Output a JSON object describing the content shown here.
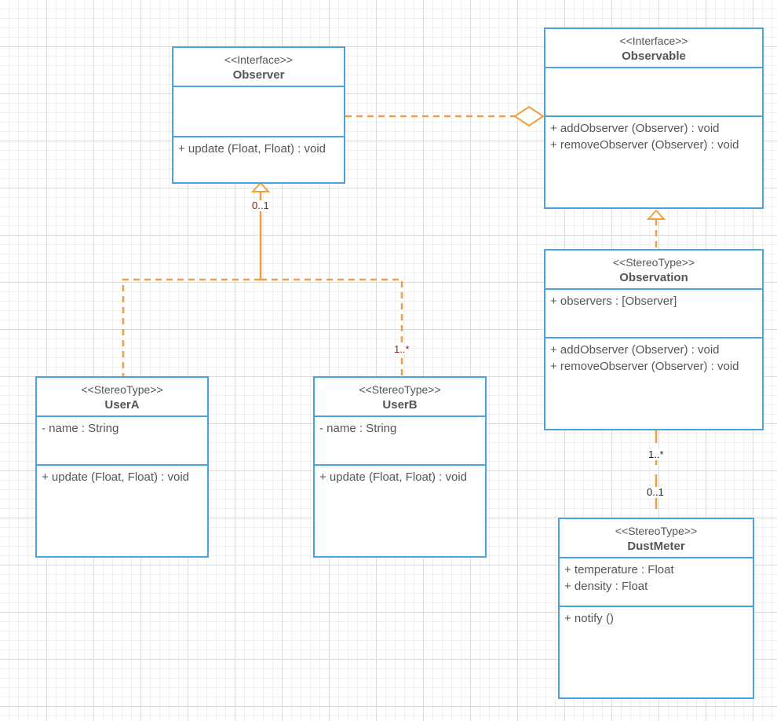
{
  "classes": {
    "observer": {
      "stereotype": "<<Interface>>",
      "name": "Observer",
      "attributes": [],
      "methods": [
        "+ update (Float, Float) : void"
      ]
    },
    "observable": {
      "stereotype": "<<Interface>>",
      "name": "Observable",
      "attributes": [],
      "methods": [
        "+ addObserver (Observer) : void",
        "+ removeObserver (Observer) : void"
      ]
    },
    "observation": {
      "stereotype": "<<StereoType>>",
      "name": "Observation",
      "attributes": [
        "+ observers : [Observer]"
      ],
      "methods": [
        "+ addObserver (Observer) : void",
        "+ removeObserver (Observer) : void"
      ]
    },
    "usera": {
      "stereotype": "<<StereoType>>",
      "name": "UserA",
      "attributes": [
        "- name : String"
      ],
      "methods": [
        "+ update (Float, Float) : void"
      ]
    },
    "userb": {
      "stereotype": "<<StereoType>>",
      "name": "UserB",
      "attributes": [
        "- name : String"
      ],
      "methods": [
        "+ update (Float, Float) : void"
      ]
    },
    "dustmeter": {
      "stereotype": "<<StereoType>>",
      "name": "DustMeter",
      "attributes": [
        "+ temperature : Float",
        "+ density : Float"
      ],
      "methods": [
        "+ notify ()"
      ]
    }
  },
  "multiplicities": {
    "observer_end": "0..1",
    "userb_end": "1..*",
    "observation_end": "1..*",
    "dustmeter_end": "0..1"
  },
  "colors": {
    "class_border": "#4aa3df",
    "connector": "#f0a040",
    "text": "#555555"
  }
}
